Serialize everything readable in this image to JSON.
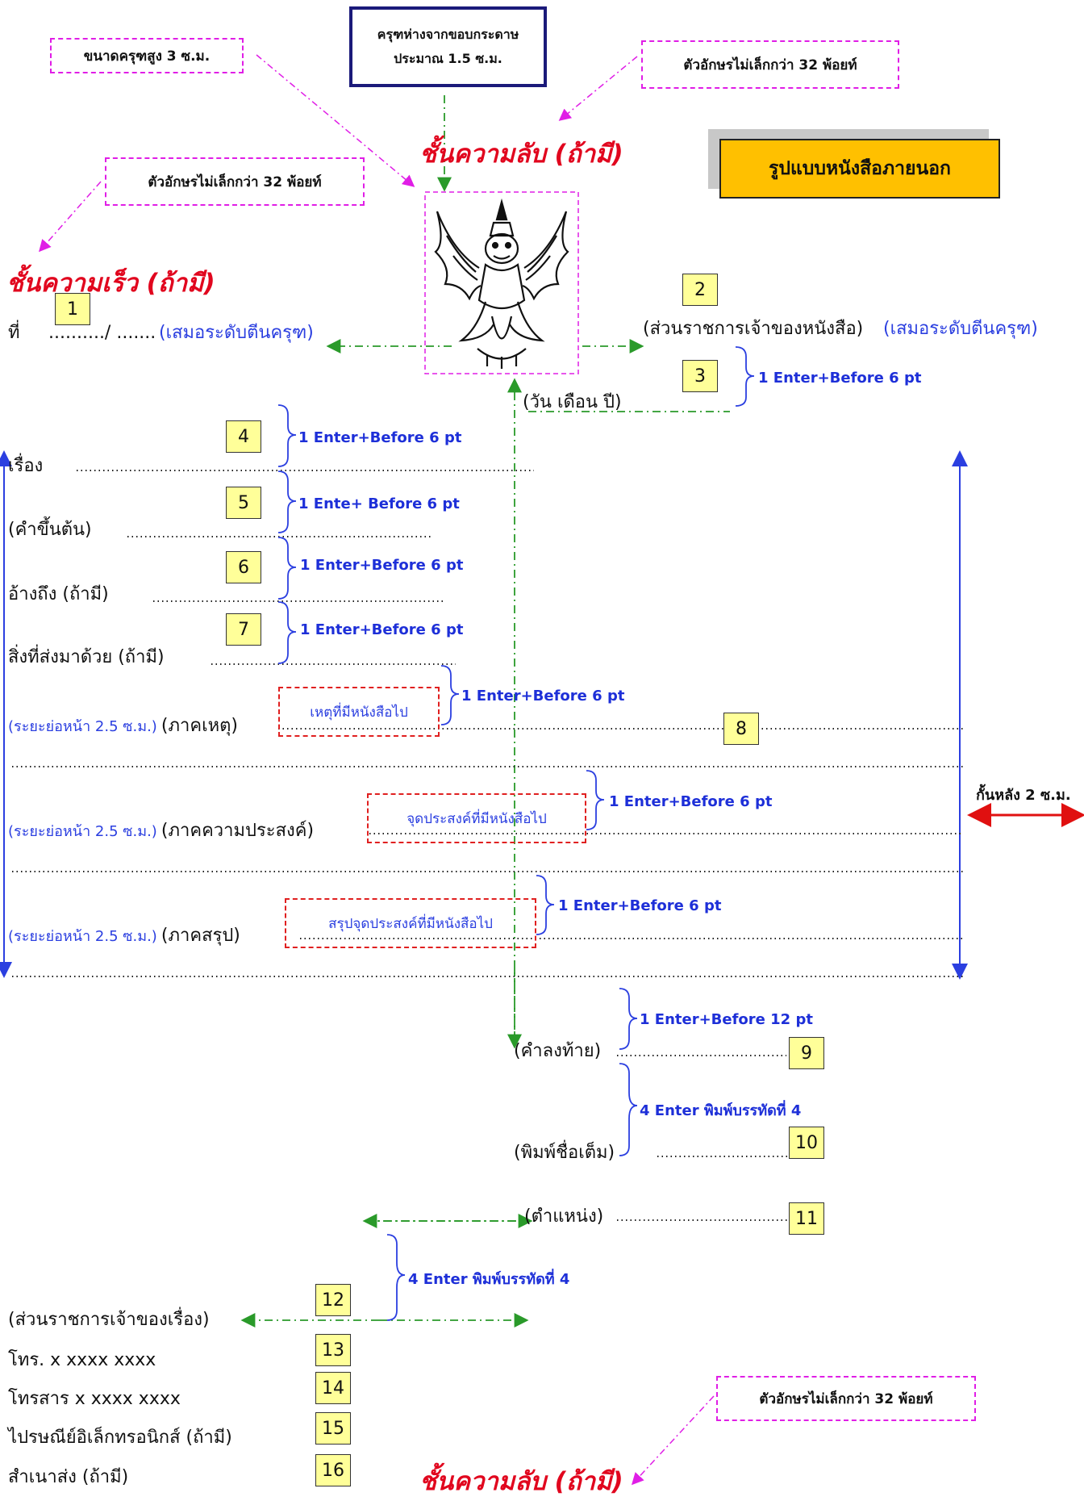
{
  "top_notes": {
    "garuda_size": "ขนาดครุฑสูง 3 ซ.ม.",
    "garuda_margin_line1": "ครุฑห่างจากขอบกระดาษ",
    "garuda_margin_line2": "ประมาณ 1.5 ซ.ม.",
    "font_size_note_top": "ตัวอักษรไม่เล็กกว่า 32 พ้อยท์",
    "font_size_note_left": "ตัวอักษรไม่เล็กกว่า 32 พ้อยท์",
    "font_size_note_bottom": "ตัวอักษรไม่เล็กกว่า 32 พ้อยท์"
  },
  "secrecy_top": "ชั้นความลับ (ถ้ามี)",
  "urgency": "ชั้นความเร็ว (ถ้ามี)",
  "form_title": "รูปแบบหนังสือภายนอก",
  "header": {
    "ref_label": "ที่",
    "ref_dots": "........../ .......",
    "ref_align_note": "(เสมอระดับตีนครุฑ)",
    "agency": "(ส่วนราชการเจ้าของหนังสือ)",
    "agency_align_note": "(เสมอระดับตีนครุฑ)",
    "date": "(วัน  เดือน  ปี)"
  },
  "fields": {
    "subject": "เรื่อง",
    "salutation": "(คำขึ้นต้น)",
    "reference": "อ้างถึง (ถ้ามี)",
    "enclosure": "สิ่งที่ส่งมาด้วย (ถ้ามี)"
  },
  "body": {
    "indent_note": "(ระยะย่อหน้า 2.5 ซ.ม.)",
    "cause": "(ภาคเหตุ)",
    "cause_box": "เหตุที่มีหนังสือไป",
    "purpose": "(ภาคความประสงค์)",
    "purpose_box": "จุดประสงค์ที่มีหนังสือไป",
    "summary": "(ภาคสรุป)",
    "summary_box": "สรุปจุดประสงค์ที่มีหนังสือไป",
    "right_margin": "กั้นหลัง 2 ซ.ม."
  },
  "spacing_notes": {
    "s3": "1 Enter+Before 6 pt",
    "s4": "1 Enter+Before 6 pt",
    "s5": "1 Ente+ Before 6 pt",
    "s6": "1 Enter+Before 6 pt",
    "s7": "1 Enter+Before 6 pt",
    "s8": "1 Enter+Before 6 pt",
    "s_purpose": "1 Enter+Before 6 pt",
    "s_summary": "1 Enter+Before 6 pt",
    "s9": "1 Enter+Before 12 pt",
    "s10": "4 Enter พิมพ์บรรทัดที่ 4",
    "s12": "4 Enter พิมพ์บรรทัดที่ 4"
  },
  "closing": {
    "complimentary": "(คำลงท้าย)",
    "full_name": "(พิมพ์ชื่อเต็ม)",
    "position": "(ตำแหน่ง)"
  },
  "footer": {
    "department": "(ส่วนราชการเจ้าของเรื่อง)",
    "phone": "โทร. x xxxx xxxx",
    "fax": "โทรสาร x xxxx xxxx",
    "email": "ไปรษณีย์อิเล็กทรอนิกส์ (ถ้ามี)",
    "copy_to": "สำเนาส่ง (ถ้ามี)"
  },
  "secrecy_bottom": "ชั้นความลับ (ถ้ามี)",
  "numbers": [
    "1",
    "2",
    "3",
    "4",
    "5",
    "6",
    "7",
    "8",
    "9",
    "10",
    "11",
    "12",
    "13",
    "14",
    "15",
    "16"
  ]
}
